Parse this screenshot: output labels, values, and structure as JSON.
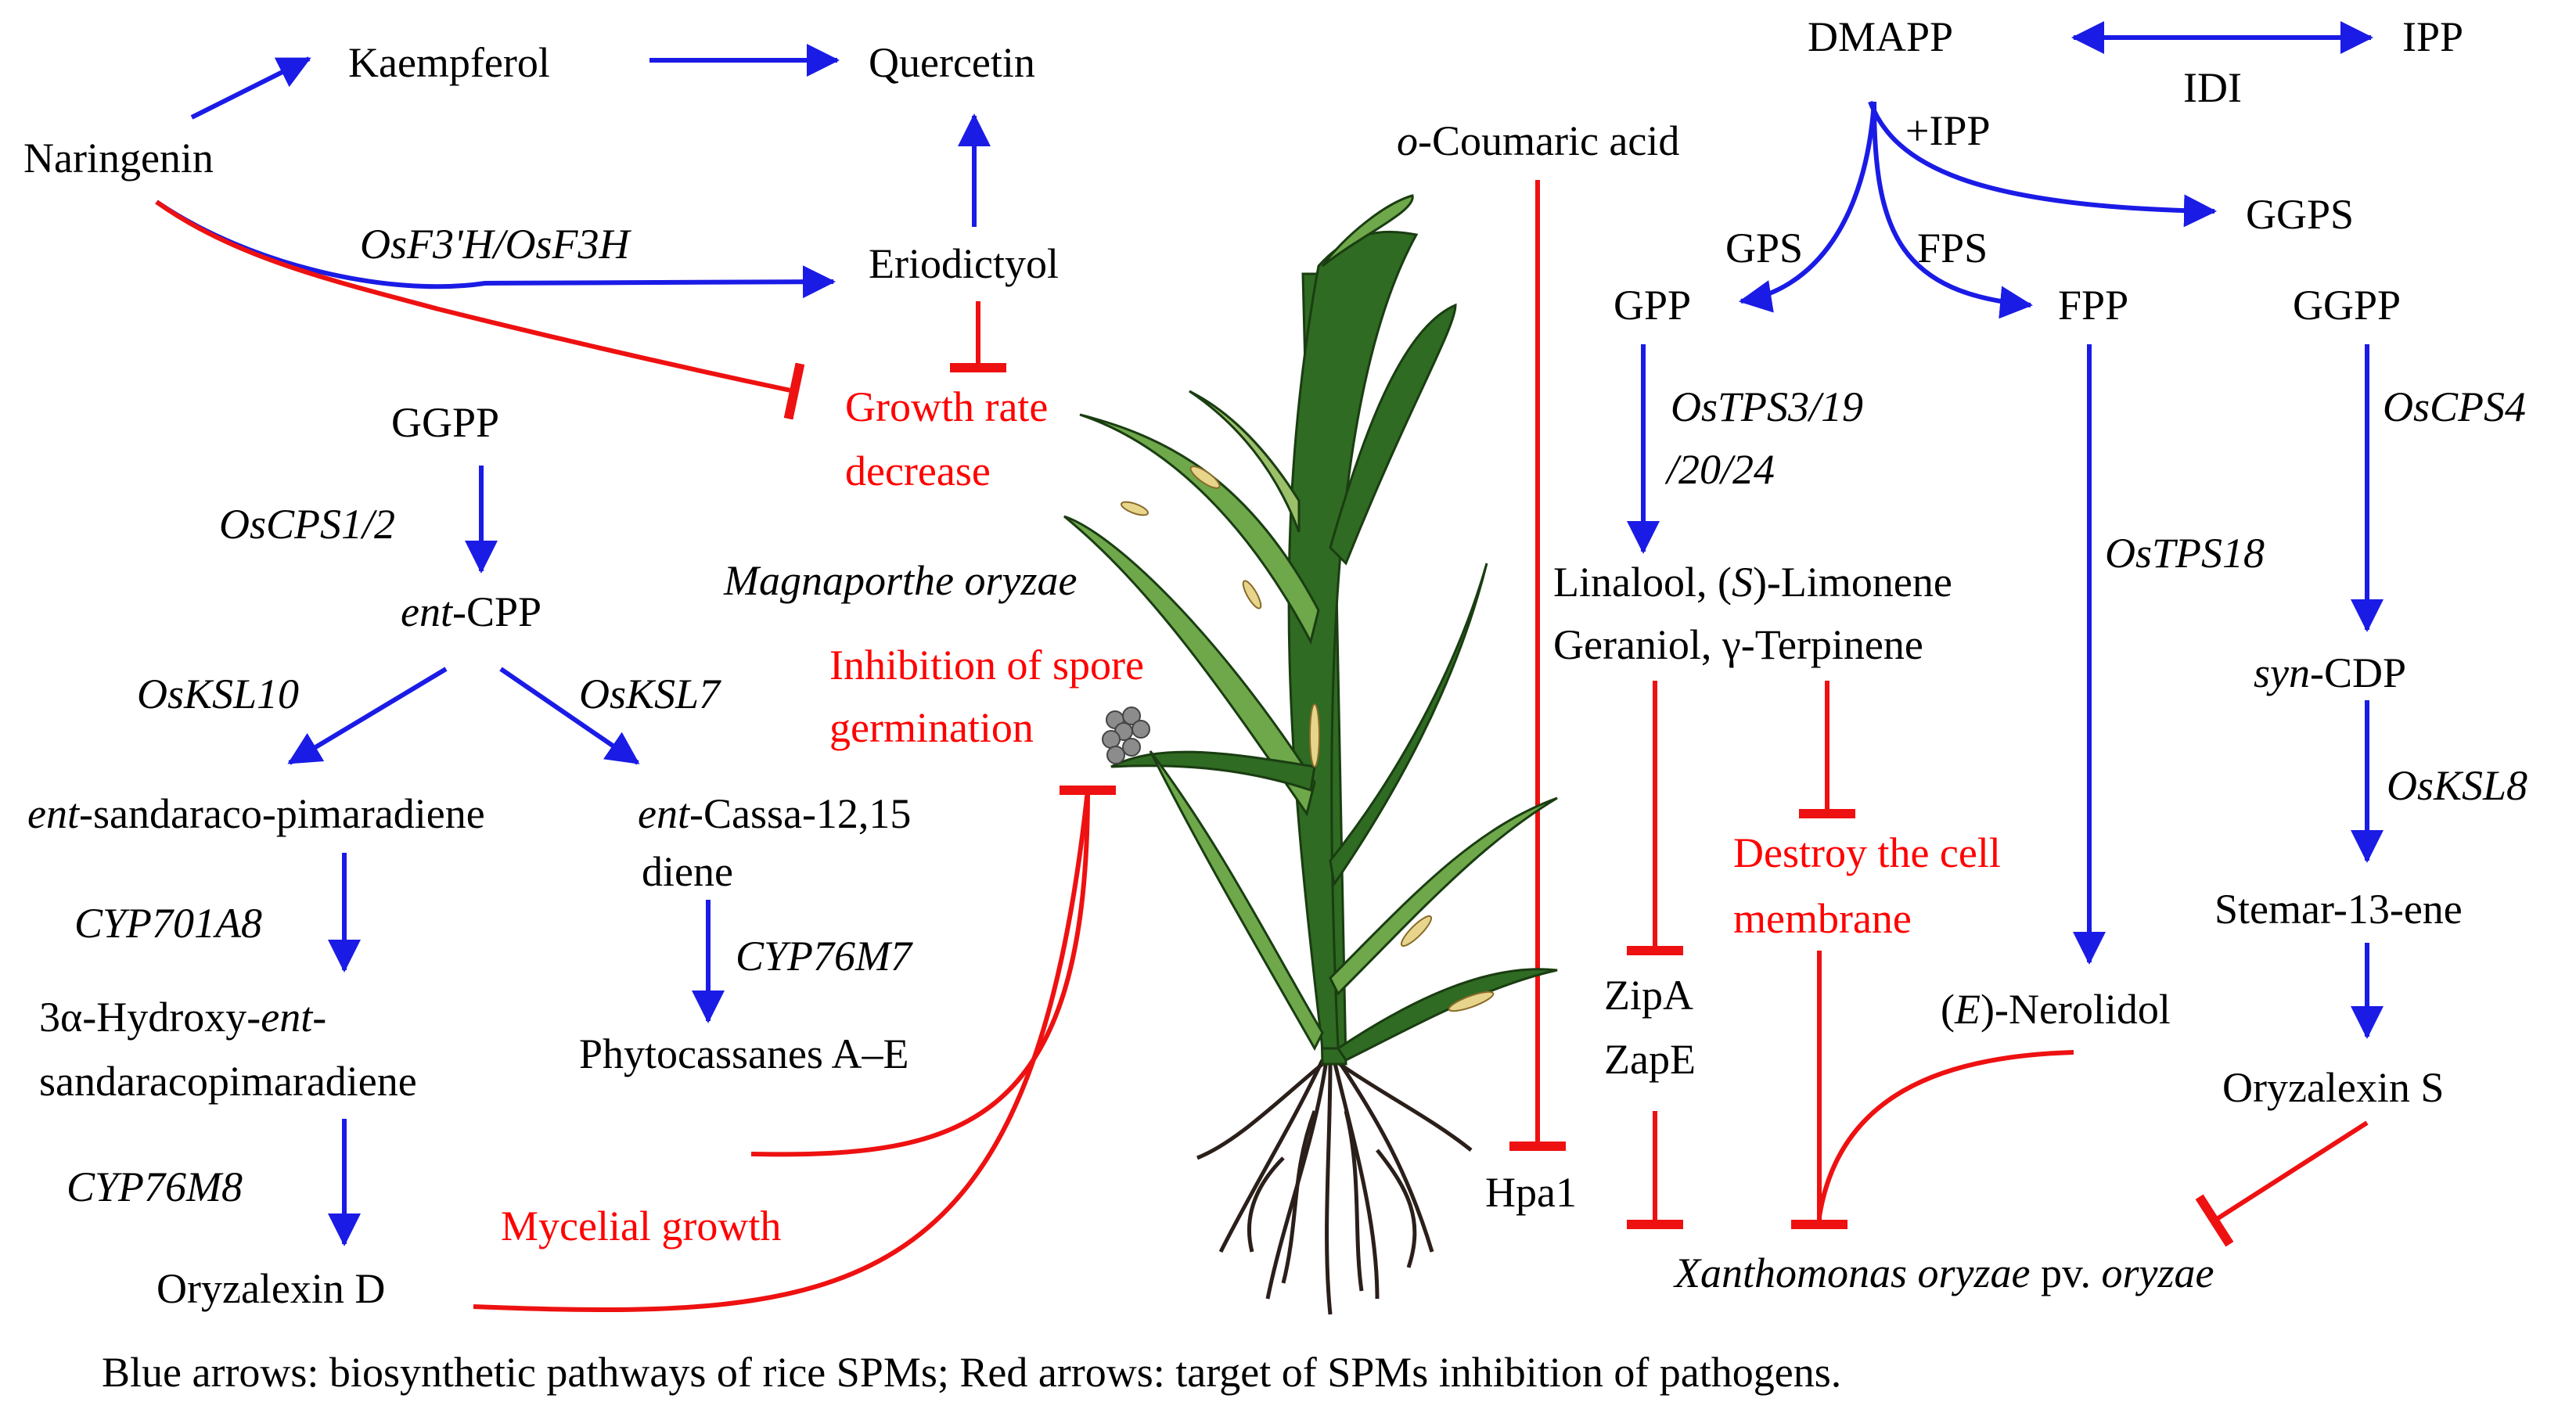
{
  "nodes": {
    "naringenin": "Naringenin",
    "kaempferol": "Kaempferol",
    "quercetin": "Quercetin",
    "eriodictyol": "Eriodictyol",
    "growth_rate_1": "Growth rate",
    "growth_rate_2": "decrease",
    "ggpp_left": "GGPP",
    "ent_cpp_pre": "ent",
    "ent_cpp_post": "-CPP",
    "ent_sandaraco_pre": "ent",
    "ent_sandaraco_post": "-sandaraco-pimaradiene",
    "ent_cassa_pre": "ent",
    "ent_cassa_post": "-Cassa-12,15",
    "ent_cassa_line2": "diene",
    "hydroxy_a": "3α-Hydroxy-",
    "hydroxy_b": "ent",
    "hydroxy_c": "-",
    "hydroxy_line2": "sandaracopimaradiene",
    "phytocassanes": "Phytocassanes A–E",
    "oryzalexin_d": "Oryzalexin D",
    "magnaporthe": "Magnaporthe oryzae",
    "inhibition_1": "Inhibition of spore",
    "inhibition_2": "germination",
    "mycelial": "Mycelial growth",
    "o_coumaric_pre": "o",
    "o_coumaric_post": "-Coumaric acid",
    "hpa1": "Hpa1",
    "dmapp": "DMAPP",
    "ipp": "IPP",
    "idi": "IDI",
    "plus_ipp": "+IPP",
    "gps": "GPS",
    "fps": "FPS",
    "ggps": "GGPS",
    "gpp": "GPP",
    "fpp": "FPP",
    "ggpp_right": "GGPP",
    "linalool_a": "Linalool, (",
    "linalool_b": "S",
    "linalool_c": ")-Limonene",
    "geraniol": "Geraniol, γ-Terpinene",
    "zipa": "ZipA",
    "zape": "ZapE",
    "destroy_1": "Destroy the cell",
    "destroy_2": "membrane",
    "nerolidol_a": "(",
    "nerolidol_b": "E",
    "nerolidol_c": ")-Nerolidol",
    "syn_cdp_pre": "syn",
    "syn_cdp_post": "-CDP",
    "stemar": "Stemar-13-ene",
    "oryzalexin_s": "Oryzalexin S",
    "xanthomonas_a": "Xanthomonas oryzae",
    "xanthomonas_b": " pv. ",
    "xanthomonas_c": "oryzae"
  },
  "enzymes": {
    "osf3h": "OsF3'H/OsF3H",
    "oscps12": "OsCPS1/2",
    "osksl10": "OsKSL10",
    "osksl7": "OsKSL7",
    "cyp701a8": "CYP701A8",
    "cyp76m7": "CYP76M7",
    "cyp76m8": "CYP76M8",
    "ostps_1": "OsTPS3/19",
    "ostps_2": "/20/24",
    "ostps18": "OsTPS18",
    "oscps4": "OsCPS4",
    "osksl8": "OsKSL8"
  },
  "caption": "Blue arrows: biosynthetic pathways of rice SPMs; Red arrows: target of SPMs inhibition of pathogens.",
  "colors": {
    "biosynthesis": "#1b1be6",
    "inhibition": "#ee1111",
    "leaf_dark": "#2f6b22",
    "leaf_light": "#6ea84a",
    "root": "#2b1f1a"
  },
  "plant_icon": "rice-plant-icon",
  "spore_icon": "fungal-spores-icon"
}
